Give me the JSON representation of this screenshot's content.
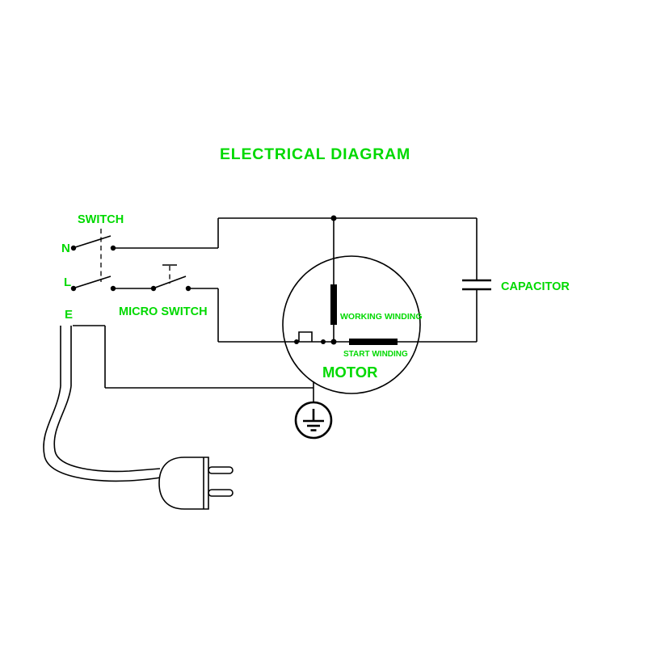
{
  "title": "ELECTRICAL DIAGRAM",
  "colors": {
    "label_green": "#00d900",
    "wire_black": "#000000",
    "background": "#ffffff"
  },
  "labels": {
    "switch": "SWITCH",
    "terminal_n": "N",
    "terminal_l": "L",
    "terminal_e": "E",
    "micro_switch": "MICRO SWITCH",
    "capacitor": "CAPACITOR",
    "working_winding": "WORKING WINDING",
    "start_winding": "START WINDING",
    "motor": "MOTOR"
  },
  "components": [
    "double-pole-mains-switch",
    "micro-switch",
    "capacitor",
    "motor",
    "working-winding",
    "start-winding",
    "centrifugal-switch",
    "earth-ground",
    "power-cord",
    "power-plug"
  ]
}
